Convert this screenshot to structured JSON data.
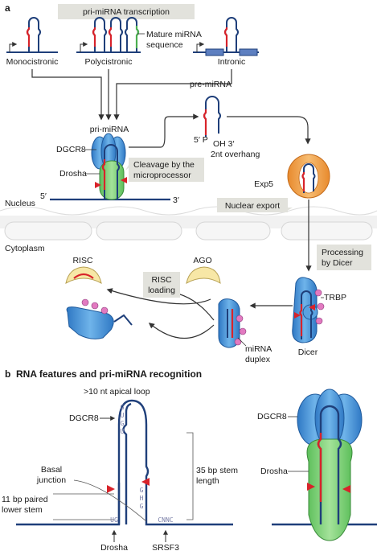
{
  "panel_a": {
    "letter": "a",
    "transcription_box": "pri-miRNA transcription",
    "gene_types": [
      "Monocistronic",
      "Polycistronic",
      "Intronic"
    ],
    "mature_mirna_callout": [
      "Mature miRNA",
      "sequence"
    ],
    "pri_mirna": "pri-miRNA",
    "pre_mirna": "pre-miRNA",
    "dgcr8": "DGCR8",
    "drosha": "Drosha",
    "cleavage_box": [
      "Cleavage by the",
      "microprocessor"
    ],
    "nucleus": "Nucleus",
    "five_prime": "5′",
    "three_prime": "3′",
    "five_prime_p": "5′ P",
    "oh_three": "OH 3′",
    "overhang": "2nt overhang",
    "exp5": "Exp5",
    "nuclear_export": "Nuclear export",
    "cytoplasm": "Cytoplasm",
    "processing_box": [
      "Processing",
      "by Dicer"
    ],
    "trbp": "TRBP",
    "dicer": "Dicer",
    "risc": "RISC",
    "ago": "AGO",
    "risc_loading": [
      "RISC",
      "loading"
    ],
    "mirna_duplex": [
      "miRNA",
      "duplex"
    ]
  },
  "panel_b": {
    "letter": "b",
    "title": "RNA features and pri-miRNA recognition",
    "apical_loop": ">10 nt apical loop",
    "dgcr8": "DGCR8",
    "ugu": [
      "G",
      "U",
      "G",
      "U"
    ],
    "basal_junction": [
      "Basal",
      "junction"
    ],
    "lower_stem": [
      "11 bp paired",
      "lower stem"
    ],
    "stem_length": [
      "35 bp stem",
      "length"
    ],
    "ghg": [
      "G",
      "H",
      "G"
    ],
    "ug": "UG",
    "cnnc": "CNNC",
    "drosha_motif": "Drosha",
    "srsf3": "SRSF3",
    "right_dgcr8": "DGCR8",
    "right_drosha": "Drosha"
  },
  "colors": {
    "rna": "#1f3f7a",
    "mirna": "#d8232a",
    "mature_green": "#4caf50",
    "dgcr8_blue": "#3a8ed6",
    "drosha_green": "#7ed07a",
    "exp5_orange": "#f0a04a",
    "ago_yellow": "#f7e7a6",
    "trbp_pink": "#e27ac0",
    "box_grey": "#e2e2dc",
    "membrane": "#efefef"
  }
}
